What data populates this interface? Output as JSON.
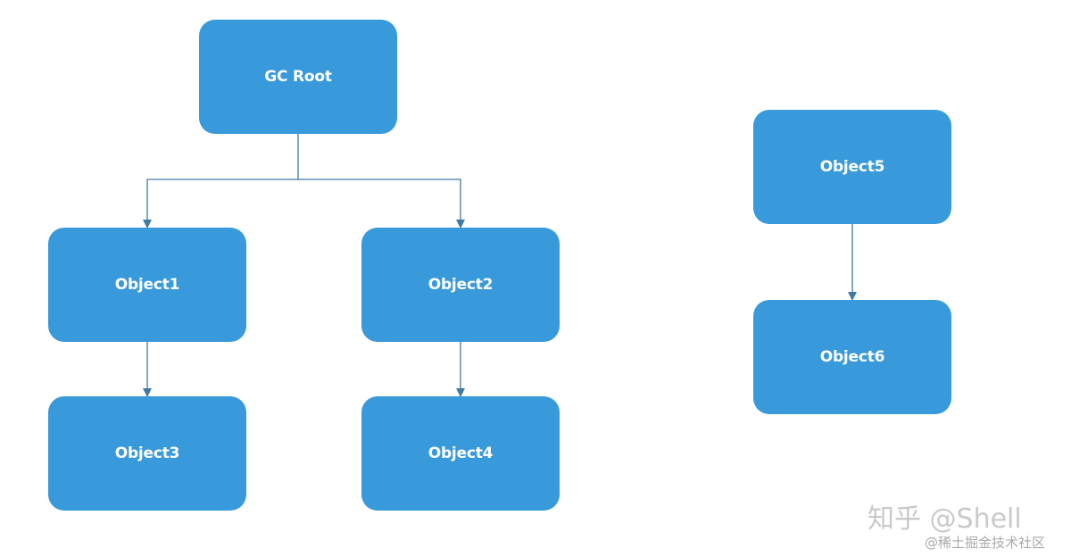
{
  "diagram": {
    "node_color": "#3899db",
    "edge_color": "#3d7aa6",
    "nodes": {
      "root": "GC Root",
      "obj1": "Object1",
      "obj2": "Object2",
      "obj3": "Object3",
      "obj4": "Object4",
      "obj5": "Object5",
      "obj6": "Object6"
    },
    "edges": [
      [
        "root",
        "obj1"
      ],
      [
        "root",
        "obj2"
      ],
      [
        "obj1",
        "obj3"
      ],
      [
        "obj2",
        "obj4"
      ],
      [
        "obj5",
        "obj6"
      ]
    ]
  },
  "watermark": {
    "main": "知乎 @Shell",
    "sub": "@稀土掘金技术社区"
  }
}
